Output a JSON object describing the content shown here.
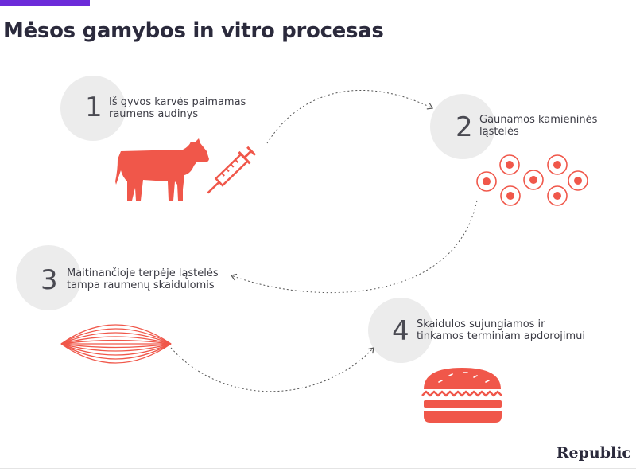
{
  "title": "Mėsos gamybos in vitro procesas",
  "steps": [
    {
      "number": "1",
      "line1": "Iš gyvos karvės paimamas",
      "line2": "raumens audinys"
    },
    {
      "number": "2",
      "line1": "Gaunamos kamieninės",
      "line2": "ląstelės"
    },
    {
      "number": "3",
      "line1": "Maitinančioje terpėje ląstelės",
      "line2": "tampa raumenų skaidulomis"
    },
    {
      "number": "4",
      "line1": "Skaidulos sujungiamos ir",
      "line2": "tinkamos terminiam apdorojimui"
    }
  ],
  "brand": "Republic",
  "colors": {
    "accent": "#6c2bd9",
    "illustration": "#f0574a",
    "circle": "#ececec",
    "title": "#2b2a3c"
  },
  "icons": [
    "cow-icon",
    "syringe-icon",
    "stem-cells-icon",
    "muscle-fiber-icon",
    "burger-icon"
  ]
}
